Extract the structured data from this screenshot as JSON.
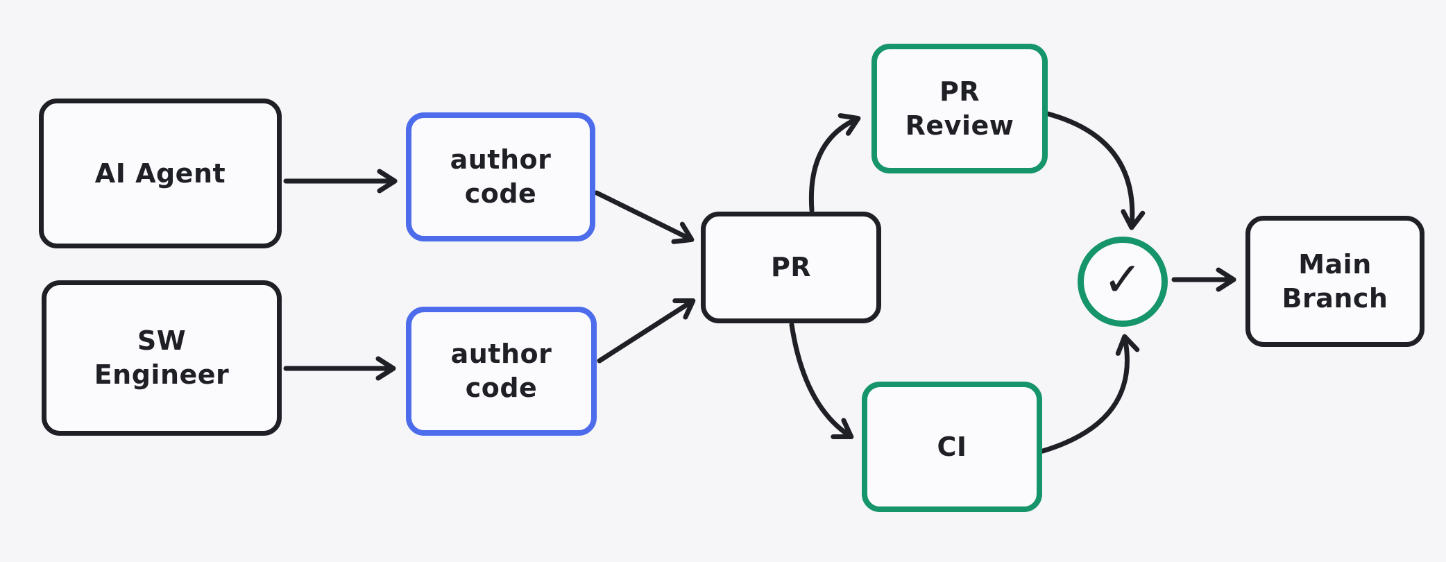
{
  "colors": {
    "background": "#f6f6f9",
    "ink": "#1f1f26",
    "blue_accent": "#4c6cec",
    "green_accent": "#16946a",
    "shape_fill": "#fbfbfd"
  },
  "nodes": {
    "ai_agent": {
      "label": "AI Agent"
    },
    "sw_engineer": {
      "label": "SW\nEngineer"
    },
    "author_code_top": {
      "label": "author\ncode"
    },
    "author_code_bottom": {
      "label": "author\ncode"
    },
    "pr": {
      "label": "PR"
    },
    "pr_review": {
      "label": "PR\nReview"
    },
    "ci": {
      "label": "CI"
    },
    "checkpoint": {
      "icon": "check-icon",
      "glyph": "✓"
    },
    "main_branch": {
      "label": "Main\nBranch"
    }
  },
  "edges": [
    {
      "from": "AI Agent",
      "to": "author code (top)"
    },
    {
      "from": "SW Engineer",
      "to": "author code (bottom)"
    },
    {
      "from": "author code (top)",
      "to": "PR"
    },
    {
      "from": "author code (bottom)",
      "to": "PR"
    },
    {
      "from": "PR",
      "to": "PR Review"
    },
    {
      "from": "PR",
      "to": "CI"
    },
    {
      "from": "PR Review",
      "to": "checkpoint"
    },
    {
      "from": "CI",
      "to": "checkpoint"
    },
    {
      "from": "checkpoint",
      "to": "Main Branch"
    }
  ]
}
